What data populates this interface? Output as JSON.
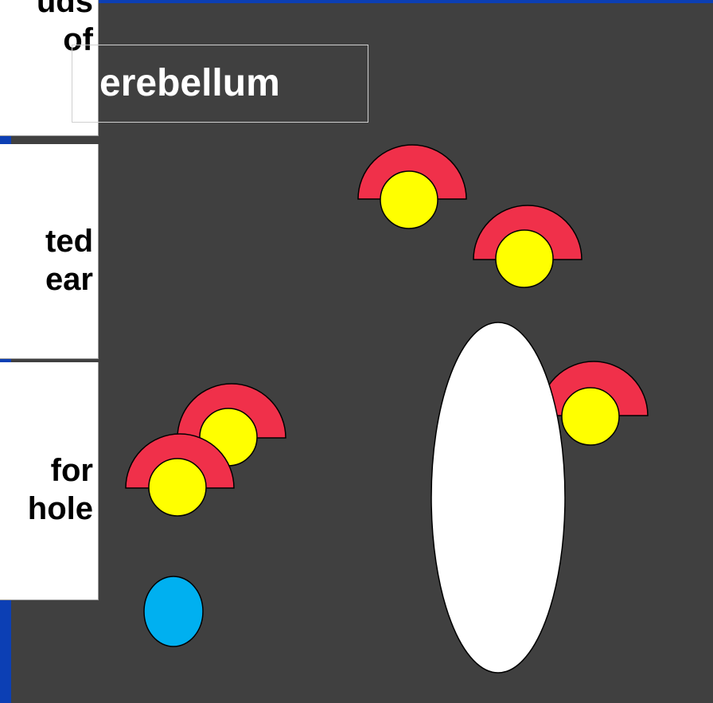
{
  "panels": [
    {
      "text": "uds\nof"
    },
    {
      "text": "ted\near"
    },
    {
      "text": "for\nhole"
    }
  ],
  "title": "erebellum",
  "colors": {
    "background": "#404040",
    "edge": "#0c3fb4",
    "cap": "#f0304a",
    "ball": "#ffff00",
    "cell": "#00b0f0",
    "oval": "#ffffff"
  },
  "icons": [
    "half-ring-cap-icon",
    "yellow-ball-icon",
    "blue-cell-icon",
    "white-oval-icon"
  ]
}
